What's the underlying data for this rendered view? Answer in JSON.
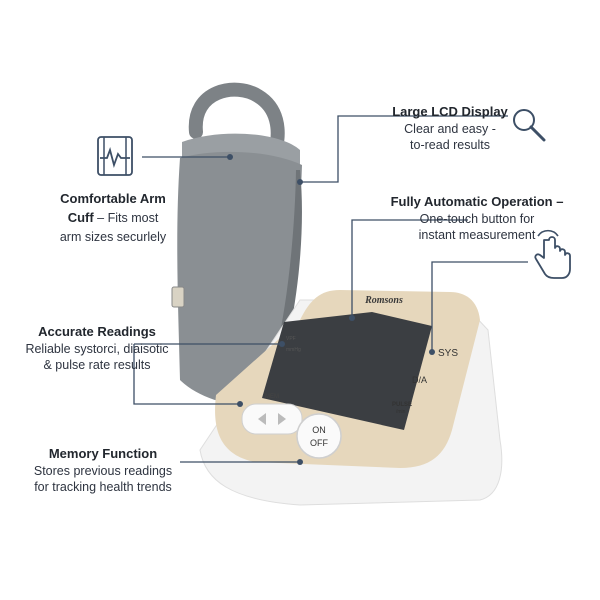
{
  "features": {
    "lcd": {
      "title": "Large LCD Display",
      "desc1": "Clear and easy -",
      "desc2": "to-read results"
    },
    "auto": {
      "title": "Fully Automatic Operation –",
      "desc1": "One-touch button for",
      "desc2": "instant measurement"
    },
    "cuff": {
      "title1": "Comfortable Arm",
      "title2": "Cuff",
      "desc_inline": " – Fits most",
      "desc2": "arm sizes securlely"
    },
    "accurate": {
      "title": "Accurate Readings",
      "desc1": "Reliable systorci, diaisotic",
      "desc2": "& pulse rate results"
    },
    "memory": {
      "title": "Memory Function",
      "desc1": "Stores previous readings",
      "desc2": "for tracking health trends"
    }
  },
  "device": {
    "brand": "Romsons",
    "sys": "SYS",
    "dia": "D/A",
    "pulse": "PULSE",
    "pulse_unit": "/min",
    "mem": "MEM",
    "on": "ON",
    "off": "OFF",
    "small_left1": "VPF",
    "small_left2": "mmHg"
  },
  "colors": {
    "line": "#3d4f66",
    "cuff": "#8e9397",
    "panel": "#e8d9bf",
    "screen": "#3a3d40",
    "body": "#f5f5f5"
  }
}
